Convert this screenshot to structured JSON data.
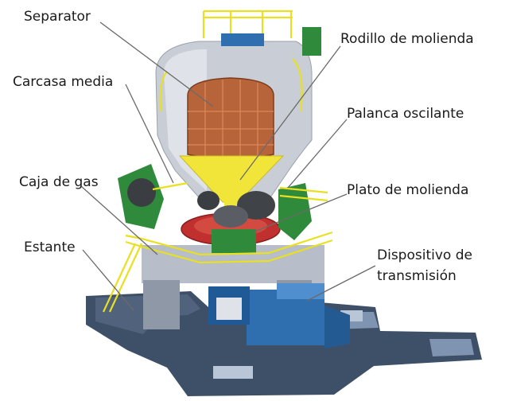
{
  "labels": {
    "separator": "Separator",
    "carcasa_media": "Carcasa media",
    "caja_de_gas": "Caja de gas",
    "estante": "Estante",
    "rodillo_de_molienda": "Rodillo de molienda",
    "palanca_oscilante": "Palanca oscilante",
    "plato_de_molienda": "Plato de molienda",
    "dispositivo_line1": "Dispositivo de",
    "dispositivo_line2": "transmisión"
  },
  "colors": {
    "base_navy": "#3e4f68",
    "body_grey": "#c9ced6",
    "railing_yellow": "#e8e020",
    "cone_yellow": "#f2e53a",
    "separator_brown": "#b8643a",
    "machine_green": "#2f8a3b",
    "motor_blue": "#2f6fb0",
    "plate_red": "#c0302e",
    "leader_line": "#6a6a6a"
  }
}
